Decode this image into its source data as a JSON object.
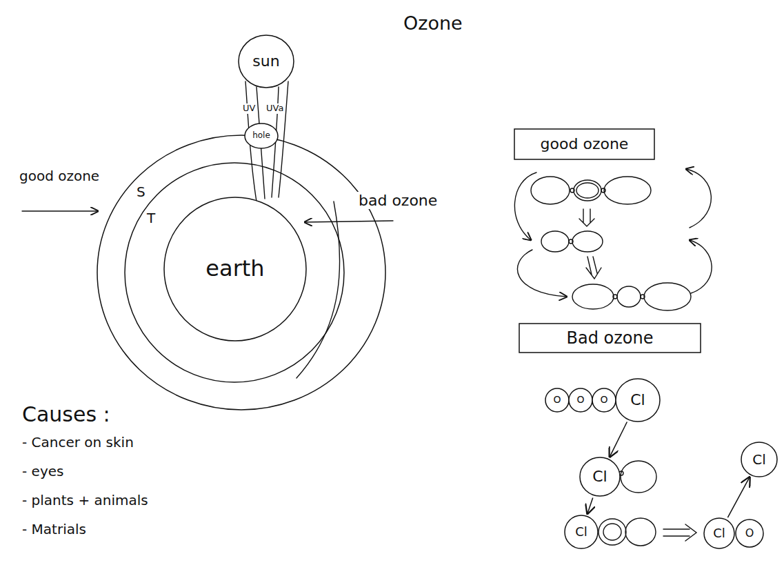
{
  "diagram": {
    "title": "Ozone",
    "nodes": [
      {
        "text": [
          "sun"
        ]
      },
      {
        "text": [
          "S"
        ]
      },
      {
        "text": [
          "T"
        ],
        "in": 1
      },
      {
        "text": [
          "earth"
        ],
        "in": 2
      },
      {
        "text": [
          "hole"
        ]
      },
      {
        "text": [
          "good ozone"
        ]
      },
      {
        "text": [
          "Bad ozone"
        ]
      },
      {
        "text": [
          "O"
        ]
      },
      {
        "text": [
          "O"
        ]
      },
      {
        "text": [
          "O"
        ]
      },
      {
        "text": [
          "Cl"
        ]
      },
      {
        "text": [
          "Cl"
        ]
      },
      {
        "text": [
          "Cl"
        ]
      },
      {
        "text": [
          "Cl"
        ]
      },
      {
        "text": [
          "Cl"
        ]
      },
      {
        "text": [
          "O"
        ]
      }
    ],
    "edges": [
      {
        "from": 10,
        "to": 11,
        "arrow": "to"
      },
      {
        "from": 11,
        "to": 13,
        "arrow": "to"
      },
      {
        "from": 14,
        "to": 12,
        "arrow": "to"
      }
    ],
    "labels": [
      "good ozone",
      "bad ozone",
      "UV",
      "UVa",
      "Causes :",
      "- Cancer on skin",
      "- eyes",
      "- plants + animals",
      "- Matrials"
    ]
  }
}
